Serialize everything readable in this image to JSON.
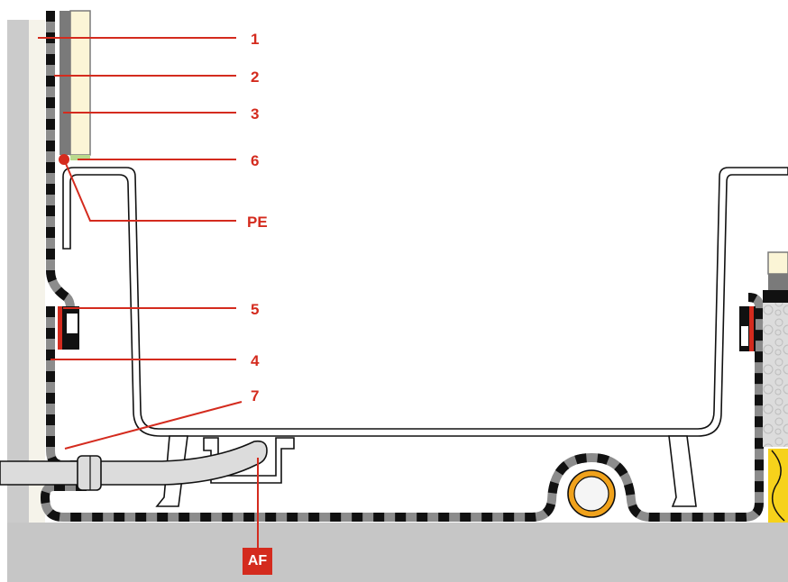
{
  "labels": {
    "l1": "1",
    "l2": "2",
    "l3": "3",
    "l6": "6",
    "pe": "PE",
    "l5": "5",
    "l4": "4",
    "l7": "7",
    "af": "AF"
  },
  "colors": {
    "accent_red": "#d42b1e",
    "wall_grey": "#cbcbcb",
    "membrane_black": "#111111",
    "membrane_grey": "#8c8c8c",
    "tile_cream": "#fbf5d6",
    "adhesive_grey": "#7a7a7a",
    "screed_grey": "#c6c6c6",
    "pipe_orange": "#f0a21c",
    "insulation_yellow": "#f6d21b"
  }
}
